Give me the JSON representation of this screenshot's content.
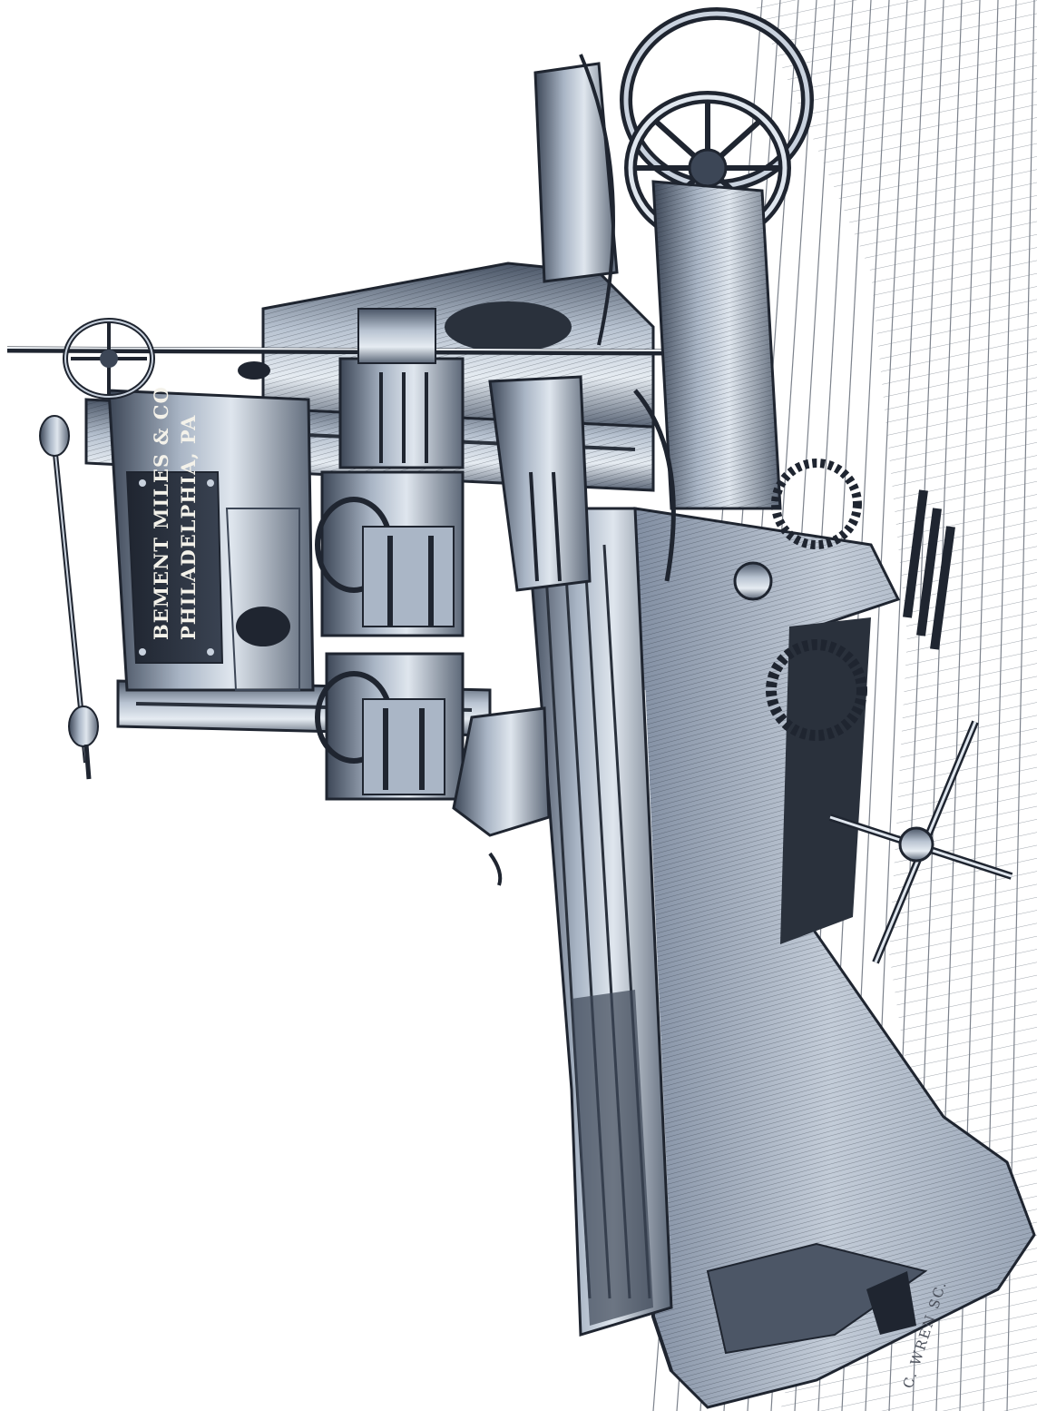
{
  "engraving": {
    "subject": "metal planing machine engraving",
    "palette": {
      "ink": "#1f2530",
      "steel_dark": "#3c4656",
      "steel_mid": "#7d8a9e",
      "steel_light": "#c9d2de",
      "highlight": "#eef2f6",
      "floor_line": "#8a8f98",
      "paper": "#ffffff"
    },
    "name_plate": {
      "line1": "BEMENT MILES & CO",
      "line2": "PHILADELPHIA, PA"
    },
    "signature": "C. WREN SC."
  }
}
